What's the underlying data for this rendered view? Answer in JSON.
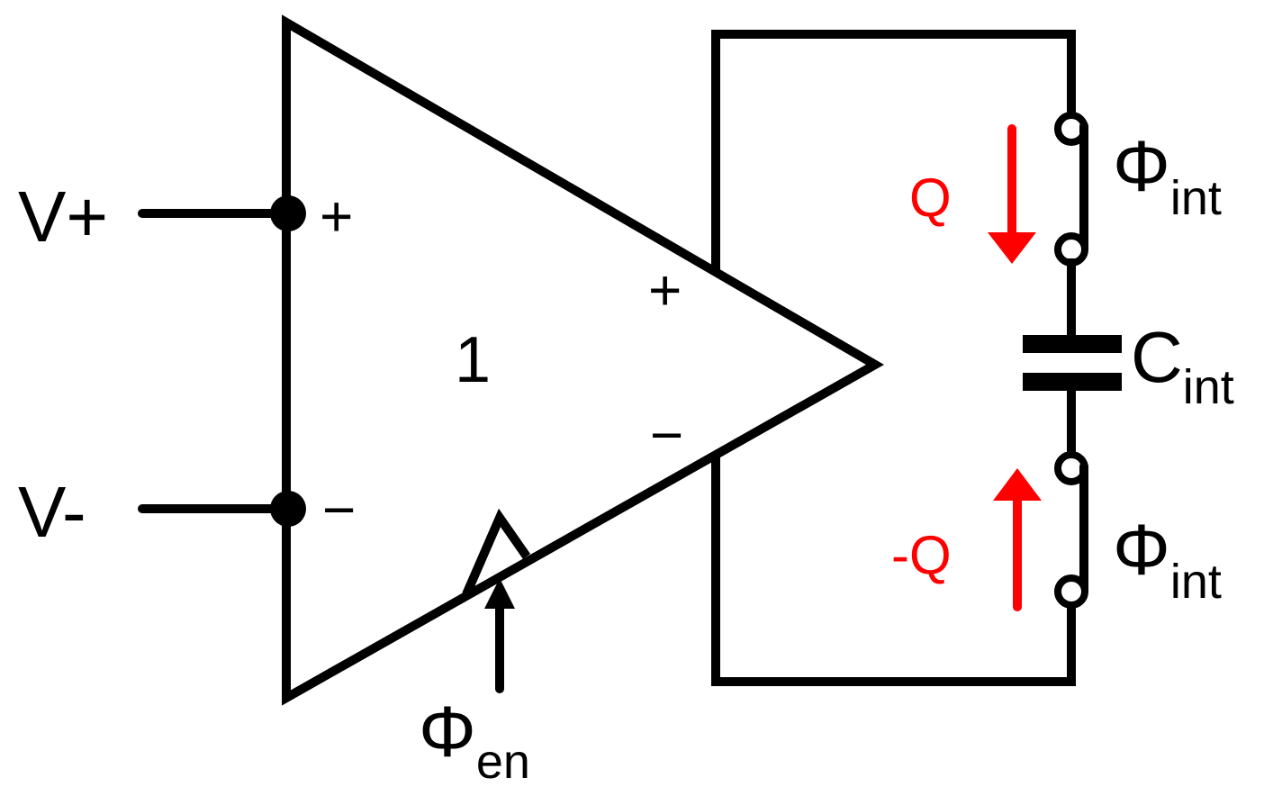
{
  "colors": {
    "wire": "#000000",
    "charge": "#ff0000",
    "background": "#ffffff"
  },
  "inputs": {
    "v_plus": "V+",
    "v_minus": "V-"
  },
  "input_signs": {
    "plus": "+",
    "minus": "−"
  },
  "amplifier": {
    "gain": "1",
    "out_plus": "+",
    "out_minus": "−",
    "enable_symbol": "Φ",
    "enable_sub": "en"
  },
  "switch_top": {
    "symbol": "Φ",
    "sub": "int"
  },
  "switch_bottom": {
    "symbol": "Φ",
    "sub": "int"
  },
  "capacitor": {
    "symbol": "C",
    "sub": "int"
  },
  "charges": {
    "top": "Q",
    "bottom": "-Q"
  }
}
